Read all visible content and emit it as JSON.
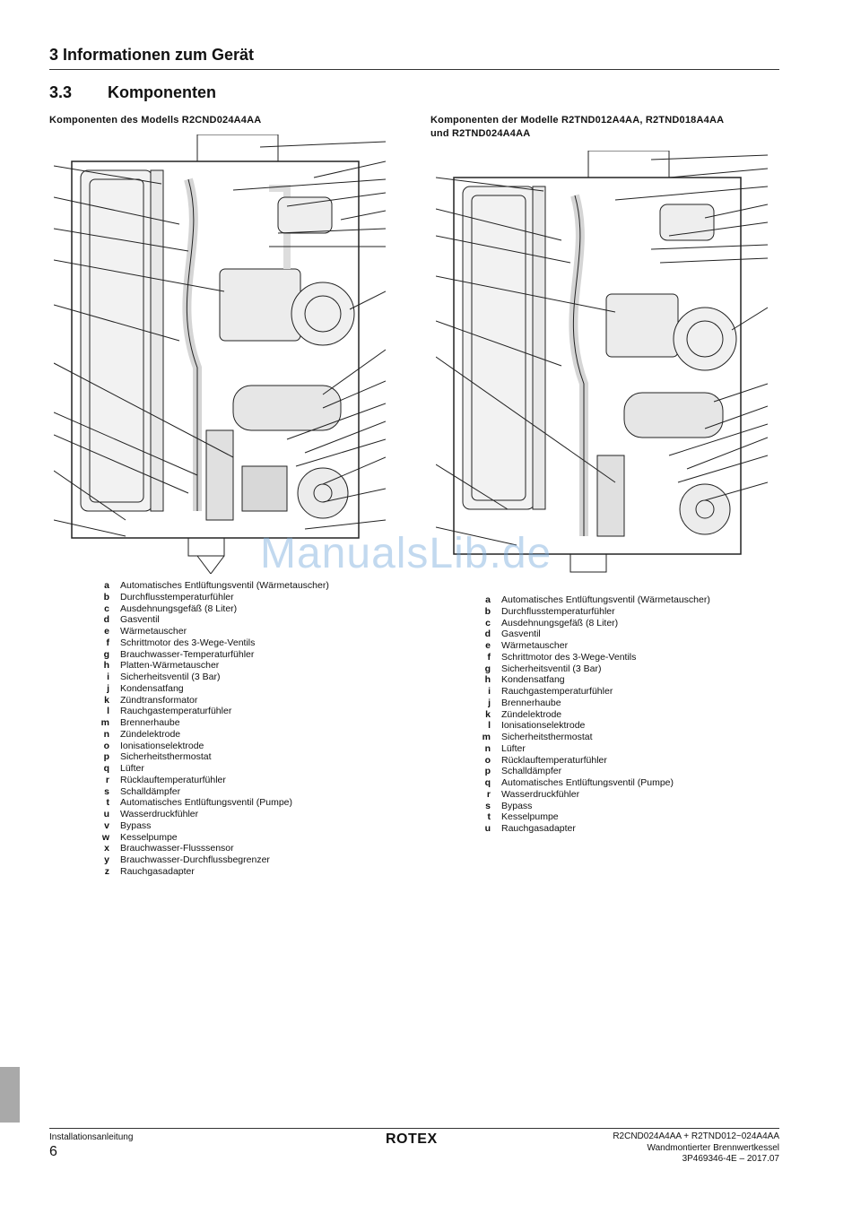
{
  "header": {
    "chapter_title": "3 Informationen zum Gerät",
    "section_number": "3.3",
    "section_title": "Komponenten"
  },
  "left_column": {
    "subtitle": "Komponenten des Modells R2CND024A4AA",
    "legend": [
      {
        "key": "a",
        "text": "Automatisches Entlüftungsventil (Wärmetauscher)"
      },
      {
        "key": "b",
        "text": "Durchflusstemperaturfühler"
      },
      {
        "key": "c",
        "text": "Ausdehnungsgefäß (8 Liter)"
      },
      {
        "key": "d",
        "text": "Gasventil"
      },
      {
        "key": "e",
        "text": "Wärmetauscher"
      },
      {
        "key": "f",
        "text": "Schrittmotor des 3-Wege-Ventils"
      },
      {
        "key": "g",
        "text": "Brauchwasser-Temperaturfühler"
      },
      {
        "key": "h",
        "text": "Platten-Wärmetauscher"
      },
      {
        "key": "i",
        "text": "Sicherheitsventil (3 Bar)"
      },
      {
        "key": "j",
        "text": "Kondensatfang"
      },
      {
        "key": "k",
        "text": "Zündtransformator"
      },
      {
        "key": "l",
        "text": "Rauchgastemperaturfühler"
      },
      {
        "key": "m",
        "text": "Brennerhaube"
      },
      {
        "key": "n",
        "text": "Zündelektrode"
      },
      {
        "key": "o",
        "text": "Ionisationselektrode"
      },
      {
        "key": "p",
        "text": "Sicherheitsthermostat"
      },
      {
        "key": "q",
        "text": "Lüfter"
      },
      {
        "key": "r",
        "text": "Rücklauftemperaturfühler"
      },
      {
        "key": "s",
        "text": "Schalldämpfer"
      },
      {
        "key": "t",
        "text": "Automatisches Entlüftungsventil (Pumpe)"
      },
      {
        "key": "u",
        "text": "Wasserdruckfühler"
      },
      {
        "key": "v",
        "text": "Bypass"
      },
      {
        "key": "w",
        "text": "Kesselpumpe"
      },
      {
        "key": "x",
        "text": "Brauchwasser-Flusssensor"
      },
      {
        "key": "y",
        "text": "Brauchwasser-Durchflussbegrenzer"
      },
      {
        "key": "z",
        "text": "Rauchgasadapter"
      }
    ]
  },
  "right_column": {
    "subtitle_line1": "Komponenten der Modelle R2TND012A4AA, R2TND018A4AA",
    "subtitle_line2": "und R2TND024A4AA",
    "legend": [
      {
        "key": "a",
        "text": "Automatisches Entlüftungsventil (Wärmetauscher)"
      },
      {
        "key": "b",
        "text": "Durchflusstemperaturfühler"
      },
      {
        "key": "c",
        "text": "Ausdehnungsgefäß (8 Liter)"
      },
      {
        "key": "d",
        "text": "Gasventil"
      },
      {
        "key": "e",
        "text": "Wärmetauscher"
      },
      {
        "key": "f",
        "text": "Schrittmotor des 3-Wege-Ventils"
      },
      {
        "key": "g",
        "text": "Sicherheitsventil (3 Bar)"
      },
      {
        "key": "h",
        "text": "Kondensatfang"
      },
      {
        "key": "i",
        "text": "Rauchgastemperaturfühler"
      },
      {
        "key": "j",
        "text": "Brennerhaube"
      },
      {
        "key": "k",
        "text": "Zündelektrode"
      },
      {
        "key": "l",
        "text": "Ionisationselektrode"
      },
      {
        "key": "m",
        "text": "Sicherheitsthermostat"
      },
      {
        "key": "n",
        "text": "Lüfter"
      },
      {
        "key": "o",
        "text": "Rücklauftemperaturfühler"
      },
      {
        "key": "p",
        "text": "Schalldämpfer"
      },
      {
        "key": "q",
        "text": "Automatisches Entlüftungsventil (Pumpe)"
      },
      {
        "key": "r",
        "text": "Wasserdruckfühler"
      },
      {
        "key": "s",
        "text": "Bypass"
      },
      {
        "key": "t",
        "text": "Kesselpumpe"
      },
      {
        "key": "u",
        "text": "Rauchgasadapter"
      }
    ]
  },
  "watermark": "ManualsLib.de",
  "brand": "ROTEX",
  "footer": {
    "doc_type": "Installationsanleitung",
    "page_number": "6",
    "models": "R2CND024A4AA + R2TND012~024A4AA",
    "product": "Wandmontierter Brennwertkessel",
    "doc_id": "3P469346-4E – 2017.07"
  }
}
